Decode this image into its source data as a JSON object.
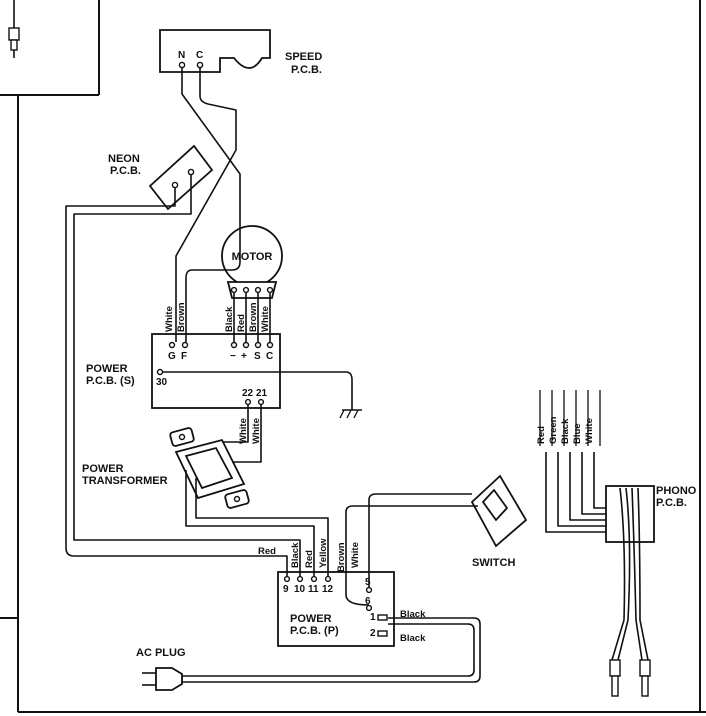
{
  "components": {
    "speed_pcb": {
      "line1": "SPEED",
      "line2": "P.C.B.",
      "terminals": [
        "N",
        "C"
      ]
    },
    "neon_pcb": {
      "line1": "NEON",
      "line2": "P.C.B."
    },
    "motor": {
      "label": "MOTOR"
    },
    "power_pcb_s": {
      "line1": "POWER",
      "line2": "P.C.B. (S)",
      "terminals": [
        "G",
        "F",
        "−",
        "+",
        "S",
        "C"
      ],
      "pin_30": "30",
      "pin_22": "22",
      "pin_21": "21"
    },
    "power_transformer": {
      "line1": "POWER",
      "line2": "TRANSFORMER"
    },
    "switch": {
      "label": "SWITCH"
    },
    "power_pcb_p": {
      "line1": "POWER",
      "line2": "P.C.B. (P)",
      "pins_bottom": [
        "9",
        "10",
        "11",
        "12"
      ],
      "pins_right": [
        "5",
        "6",
        "1",
        "2"
      ]
    },
    "ac_plug": {
      "label": "AC PLUG"
    },
    "phono_pcb": {
      "line1": "PHONO",
      "line2": "P.C.B."
    }
  },
  "wire_labels": {
    "gf": [
      "White",
      "Brown"
    ],
    "motor": [
      "Black",
      "Red",
      "Brown",
      "White"
    ],
    "transformer_in": [
      "White",
      "White"
    ],
    "pcb_p_bottom": [
      "Red",
      "Black",
      "Red",
      "Yellow"
    ],
    "switch_wires": [
      "Brown",
      "White"
    ],
    "ac_wires": [
      "Black",
      "Black"
    ],
    "phono_wires": [
      "Red",
      "Green",
      "Black",
      "Blue",
      "White"
    ]
  }
}
